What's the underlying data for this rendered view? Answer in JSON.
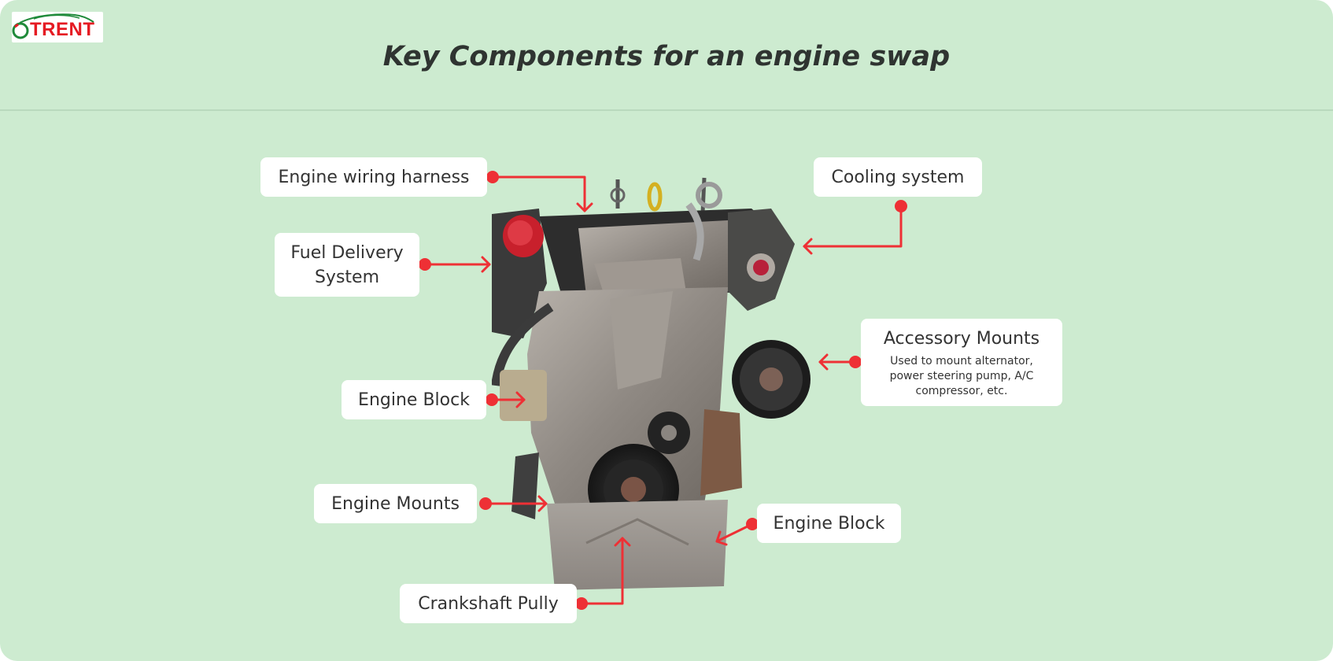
{
  "logo": {
    "text": "TRENT",
    "icon": "car-outline-logo",
    "color": "#e51b23"
  },
  "title": "Key Components for an engine swap",
  "colors": {
    "background": "#cdebd0",
    "accent": "#ee3035",
    "label_background": "#ffffff",
    "text": "#333333"
  },
  "labels": {
    "wiring": {
      "text": "Engine wiring harness"
    },
    "cooling": {
      "text": "Cooling system"
    },
    "fuel": {
      "text": "Fuel Delivery System"
    },
    "accessory": {
      "text": "Accessory Mounts",
      "description": "Used to mount alternator, power steering pump, A/C compressor, etc."
    },
    "block_left": {
      "text": "Engine Block"
    },
    "mounts": {
      "text": "Engine Mounts"
    },
    "block_right": {
      "text": "Engine Block"
    },
    "crankshaft": {
      "text": "Crankshaft Pully"
    }
  },
  "image": {
    "subject": "engine-photo"
  }
}
